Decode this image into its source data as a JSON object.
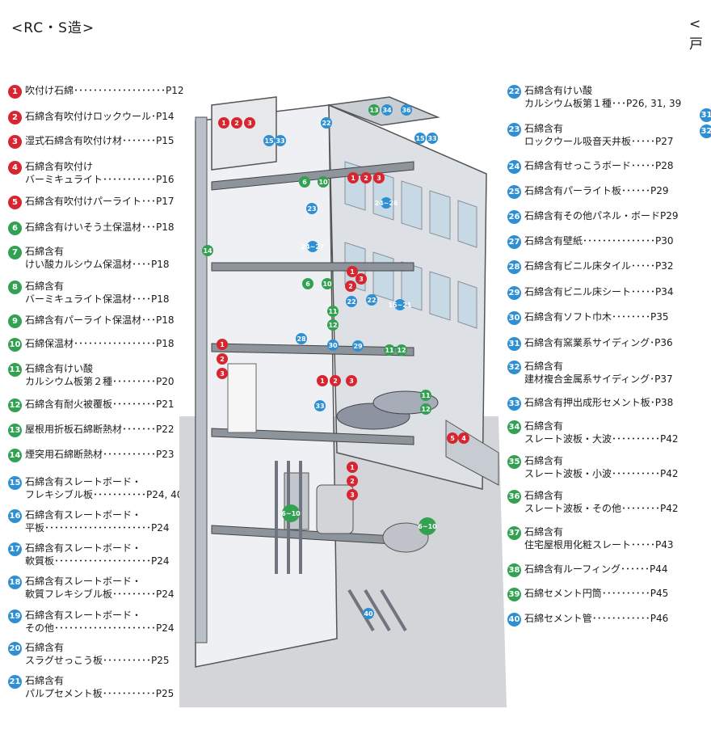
{
  "headings": {
    "left": "<RC・S造>",
    "right": "<戸"
  },
  "colors": {
    "red": "#d7262f",
    "green": "#33a152",
    "blue": "#2f8fd3"
  },
  "legend_left": [
    {
      "n": "1",
      "c": "red",
      "t": "吹付け石綿･･･････････････････P12"
    },
    {
      "n": "2",
      "c": "red",
      "t": "石綿含有吹付けロックウール･P14"
    },
    {
      "n": "3",
      "c": "red",
      "t": "湿式石綿含有吹付け材･･･････P15"
    },
    {
      "n": "4",
      "c": "red",
      "t": "石綿含有吹付け\nバーミキュライト･･･････････P16"
    },
    {
      "n": "5",
      "c": "red",
      "t": "石綿含有吹付けパーライト･･･P17"
    },
    {
      "n": "6",
      "c": "green",
      "t": "石綿含有けいそう土保温材･･･P18"
    },
    {
      "n": "7",
      "c": "green",
      "t": "石綿含有\nけい酸カルシウム保温材････P18"
    },
    {
      "n": "8",
      "c": "green",
      "t": "石綿含有\nバーミキュライト保温材････P18"
    },
    {
      "n": "9",
      "c": "green",
      "t": "石綿含有パーライト保温材･･･P18"
    },
    {
      "n": "10",
      "c": "green",
      "t": "石綿保温材･････････････････P18"
    },
    {
      "n": "11",
      "c": "green",
      "t": "石綿含有けい酸\nカルシウム板第２種･････････P20"
    },
    {
      "n": "12",
      "c": "green",
      "t": "石綿含有耐火被覆板･････････P21"
    },
    {
      "n": "13",
      "c": "green",
      "t": "屋根用折板石綿断熱材･･･････P22"
    },
    {
      "n": "14",
      "c": "green",
      "t": "煙突用石綿断熱材･･･････････P23"
    },
    {
      "n": "15",
      "c": "blue",
      "t": "石綿含有スレートボード・\nフレキシブル板･･･････････P24, 40"
    },
    {
      "n": "16",
      "c": "blue",
      "t": "石綿含有スレートボード・\n平板･･････････････････････P24"
    },
    {
      "n": "17",
      "c": "blue",
      "t": "石綿含有スレートボード・\n軟質板････････････････････P24"
    },
    {
      "n": "18",
      "c": "blue",
      "t": "石綿含有スレートボード・\n軟質フレキシブル板･････････P24"
    },
    {
      "n": "19",
      "c": "blue",
      "t": "石綿含有スレートボード・\nその他･････････････････････P24"
    },
    {
      "n": "20",
      "c": "blue",
      "t": "石綿含有\nスラグせっこう板･･････････P25"
    },
    {
      "n": "21",
      "c": "blue",
      "t": "石綿含有\nパルプセメント板･･･････････P25"
    }
  ],
  "legend_mid": [
    {
      "n": "22",
      "c": "blue",
      "t": "石綿含有けい酸\nカルシウム板第１種･･･P26, 31, 39"
    },
    {
      "n": "23",
      "c": "blue",
      "t": "石綿含有\nロックウール吸音天井板･････P27"
    },
    {
      "n": "24",
      "c": "blue",
      "t": "石綿含有せっこうボード･････P28"
    },
    {
      "n": "25",
      "c": "blue",
      "t": "石綿含有パーライト板･･････P29"
    },
    {
      "n": "26",
      "c": "blue",
      "t": "石綿含有その他パネル・ボードP29"
    },
    {
      "n": "27",
      "c": "blue",
      "t": "石綿含有壁紙･･･････････････P30"
    },
    {
      "n": "28",
      "c": "blue",
      "t": "石綿含有ビニル床タイル･････P32"
    },
    {
      "n": "29",
      "c": "blue",
      "t": "石綿含有ビニル床シート･････P34"
    },
    {
      "n": "30",
      "c": "blue",
      "t": "石綿含有ソフト巾木････････P35"
    },
    {
      "n": "31",
      "c": "blue",
      "t": "石綿含有窯業系サイディング･P36"
    },
    {
      "n": "32",
      "c": "blue",
      "t": "石綿含有\n建材複合金属系サイディング･P37"
    },
    {
      "n": "33",
      "c": "blue",
      "t": "石綿含有押出成形セメント板･P38"
    },
    {
      "n": "34",
      "c": "green",
      "t": "石綿含有\nスレート波板・大波･･････････P42"
    },
    {
      "n": "35",
      "c": "green",
      "t": "石綿含有\nスレート波板・小波･･････････P42"
    },
    {
      "n": "36",
      "c": "green",
      "t": "石綿含有\nスレート波板・その他････････P42"
    },
    {
      "n": "37",
      "c": "green",
      "t": "石綿含有\n住宅屋根用化粧スレート･････P43"
    },
    {
      "n": "38",
      "c": "green",
      "t": "石綿含有ルーフィング･･････P44"
    },
    {
      "n": "39",
      "c": "green",
      "t": "石綿セメント円筒･･････････P45"
    },
    {
      "n": "40",
      "c": "blue",
      "t": "石綿セメント管････････････P46"
    }
  ],
  "legend_right": [
    {
      "n": "31",
      "c": "blue"
    },
    {
      "n": "32",
      "c": "blue"
    }
  ],
  "illustration": {
    "badges": [
      {
        "t": "1",
        "c": "red"
      },
      {
        "t": "2",
        "c": "red"
      },
      {
        "t": "3",
        "c": "red"
      },
      {
        "t": "15",
        "c": "blue"
      },
      {
        "t": "33",
        "c": "blue"
      },
      {
        "t": "14",
        "c": "green"
      },
      {
        "t": "13",
        "c": "green"
      },
      {
        "t": "34",
        "c": "blue"
      },
      {
        "t": "36",
        "c": "blue"
      },
      {
        "t": "22",
        "c": "blue"
      },
      {
        "t": "15",
        "c": "blue"
      },
      {
        "t": "33",
        "c": "blue"
      },
      {
        "t": "6",
        "c": "green"
      },
      {
        "t": "10",
        "c": "green"
      },
      {
        "t": "1",
        "c": "red"
      },
      {
        "t": "2",
        "c": "red"
      },
      {
        "t": "3",
        "c": "red"
      },
      {
        "t": "23",
        "c": "blue"
      },
      {
        "t": "24~26",
        "c": "blue"
      },
      {
        "t": "24~27",
        "c": "blue"
      },
      {
        "t": "1",
        "c": "red"
      },
      {
        "t": "3",
        "c": "red"
      },
      {
        "t": "2",
        "c": "red"
      },
      {
        "t": "6",
        "c": "green"
      },
      {
        "t": "10",
        "c": "green"
      },
      {
        "t": "22",
        "c": "blue"
      },
      {
        "t": "22",
        "c": "blue"
      },
      {
        "t": "15~21",
        "c": "blue"
      },
      {
        "t": "11",
        "c": "green"
      },
      {
        "t": "12",
        "c": "green"
      },
      {
        "t": "28",
        "c": "blue"
      },
      {
        "t": "30",
        "c": "blue"
      },
      {
        "t": "29",
        "c": "blue"
      },
      {
        "t": "11",
        "c": "green"
      },
      {
        "t": "12",
        "c": "green"
      },
      {
        "t": "1",
        "c": "red"
      },
      {
        "t": "2",
        "c": "red"
      },
      {
        "t": "3",
        "c": "red"
      },
      {
        "t": "1",
        "c": "red"
      },
      {
        "t": "2",
        "c": "red"
      },
      {
        "t": "3",
        "c": "red"
      },
      {
        "t": "33",
        "c": "blue"
      },
      {
        "t": "11",
        "c": "green"
      },
      {
        "t": "12",
        "c": "green"
      },
      {
        "t": "5",
        "c": "red"
      },
      {
        "t": "4",
        "c": "red"
      },
      {
        "t": "1",
        "c": "red"
      },
      {
        "t": "2",
        "c": "red"
      },
      {
        "t": "3",
        "c": "red"
      },
      {
        "t": "6~10",
        "c": "green"
      },
      {
        "t": "6~10",
        "c": "green"
      },
      {
        "t": "40",
        "c": "blue"
      }
    ]
  }
}
